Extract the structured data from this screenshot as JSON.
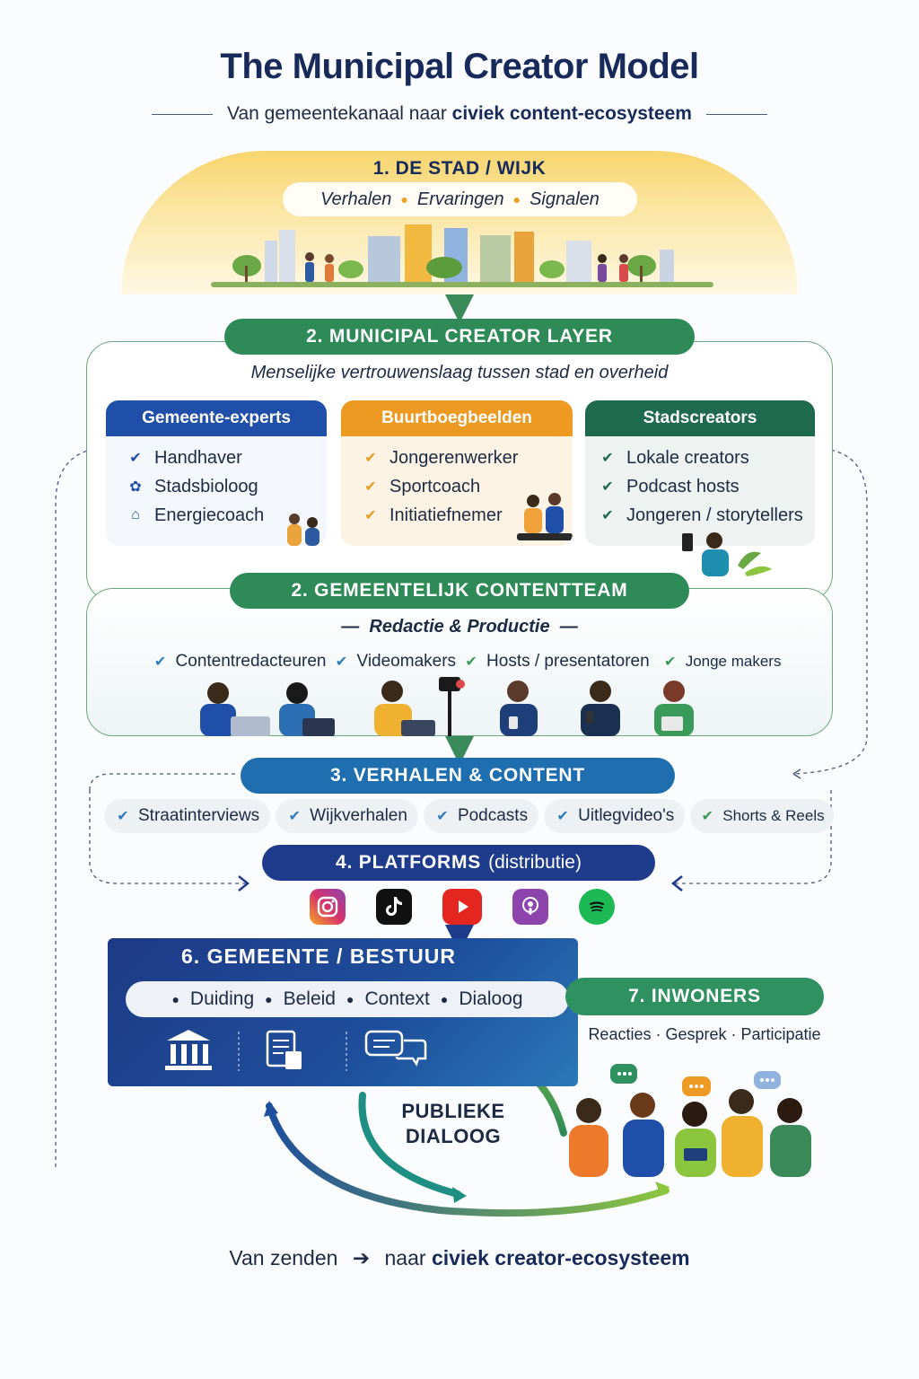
{
  "header": {
    "title": "The Municipal Creator Model",
    "subtitle_prefix": "Van gemeentekanaal naar",
    "subtitle_bold": "civiek content-ecosysteem"
  },
  "section1": {
    "title": "1. DE STAD / WIJK",
    "items": [
      "Verhalen",
      "Ervaringen",
      "Signalen"
    ]
  },
  "section2": {
    "title": "2. MUNICIPAL CREATOR LAYER",
    "description": "Menselijke vertrouwenslaag tussen stad en overheid",
    "cards": [
      {
        "title": "Gemeente-experts",
        "color": "#1f4fa8",
        "items": [
          "Handhaver",
          "Stadsbioloog",
          "Energiecoach"
        ],
        "icons": [
          "check-icon",
          "nature-icon",
          "hat-icon"
        ]
      },
      {
        "title": "Buurtboegbeelden",
        "color": "#ec9a22",
        "items": [
          "Jongerenwerker",
          "Sportcoach",
          "Initiatiefnemer"
        ]
      },
      {
        "title": "Stadscreators",
        "color": "#1f6a4f",
        "items": [
          "Lokale creators",
          "Podcast hosts",
          "Jongeren / storytellers"
        ]
      }
    ]
  },
  "contentteam": {
    "title": "2. GEMEENTELIJK CONTENTTEAM",
    "subtitle": "Redactie & Productie",
    "roles": [
      "Contentredacteuren",
      "Videomakers",
      "Hosts / presentatoren",
      "Jonge makers"
    ]
  },
  "section3": {
    "title": "3. VERHALEN & CONTENT",
    "items": [
      "Straatinterviews",
      "Wijkverhalen",
      "Podcasts",
      "Uitlegvideo's",
      "Shorts & Reels"
    ]
  },
  "section4": {
    "title": "4. PLATFORMS",
    "title_suffix": "(distributie)",
    "platforms": [
      {
        "icon": "instagram-icon",
        "color": "#d6336c"
      },
      {
        "icon": "tiktok-icon",
        "color": "#111111"
      },
      {
        "icon": "youtube-icon",
        "color": "#e3261f"
      },
      {
        "icon": "podcasts-icon",
        "color": "#8e44ad"
      },
      {
        "icon": "spotify-icon",
        "color": "#1db954"
      }
    ]
  },
  "section6": {
    "title": "6. GEMEENTE / BESTUUR",
    "items": [
      "Duiding",
      "Beleid",
      "Context",
      "Dialoog"
    ]
  },
  "section7": {
    "title": "7. INWONERS",
    "items": [
      "Reacties",
      "Gesprek",
      "Participatie"
    ]
  },
  "dialog": {
    "line1": "PUBLIEKE",
    "line2": "DIALOOG"
  },
  "footer": {
    "prefix": "Van zenden",
    "middle": "naar",
    "bold": "civiek creator-ecosysteem"
  }
}
